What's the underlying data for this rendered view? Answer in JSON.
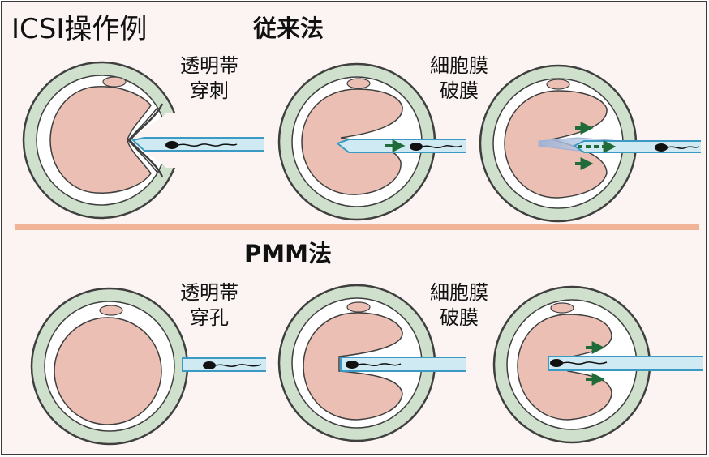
{
  "title": "ICSI操作例",
  "sections": {
    "conventional": {
      "title": "従来法",
      "step1_caption": [
        "透明帯",
        "穿刺"
      ],
      "step2_caption": [
        "細胞膜",
        "破膜"
      ]
    },
    "pmm": {
      "title": "PMM法",
      "step1_caption": [
        "透明帯",
        "穿孔"
      ],
      "step2_caption": [
        "細胞膜",
        "破膜"
      ]
    }
  },
  "colors": {
    "zona": "#cfe0cc",
    "zona_stroke": "#3f3f3f",
    "perivitelline": "#ffffff",
    "ooplasm": "#ebbfb3",
    "polar_body": "#ebbfb3",
    "pipette": "#cfeaf3",
    "pipette_stroke": "#3a9ac4",
    "sperm": "#111111",
    "arrow": "#1f6b3a",
    "divider": "#f2b497",
    "background": "#fbf4f3"
  }
}
